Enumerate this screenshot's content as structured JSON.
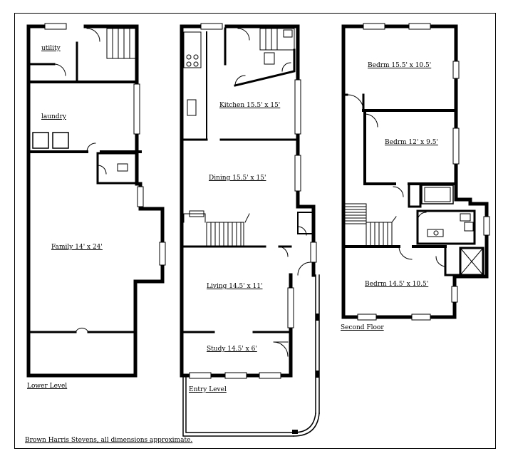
{
  "colors": {
    "wall": "#000000",
    "background": "#ffffff",
    "window": "#ffffff"
  },
  "lower_level": {
    "title": "Lower Level",
    "rooms": {
      "utility": "utility",
      "laundry": "laundry",
      "family": "Family 14' x 24'"
    }
  },
  "entry_level": {
    "title": "Entry Level",
    "rooms": {
      "kitchen": "Kitchen 15.5' x 15'",
      "dining": "Dining 15.5' x 15'",
      "living": "Living 14.5' x 11'",
      "study": "Study 14.5' x 6'"
    }
  },
  "second_floor": {
    "title": "Second Floor",
    "rooms": {
      "bedroom1": "Bedrm 15.5' x 10.5'",
      "bedroom2": "Bedrm 12' x 9.5'",
      "bedroom3": "Bedrm 14.5' x 10.5'"
    }
  },
  "footer": {
    "credit": "Brown Harris Stevens, all dimensions approximate."
  }
}
